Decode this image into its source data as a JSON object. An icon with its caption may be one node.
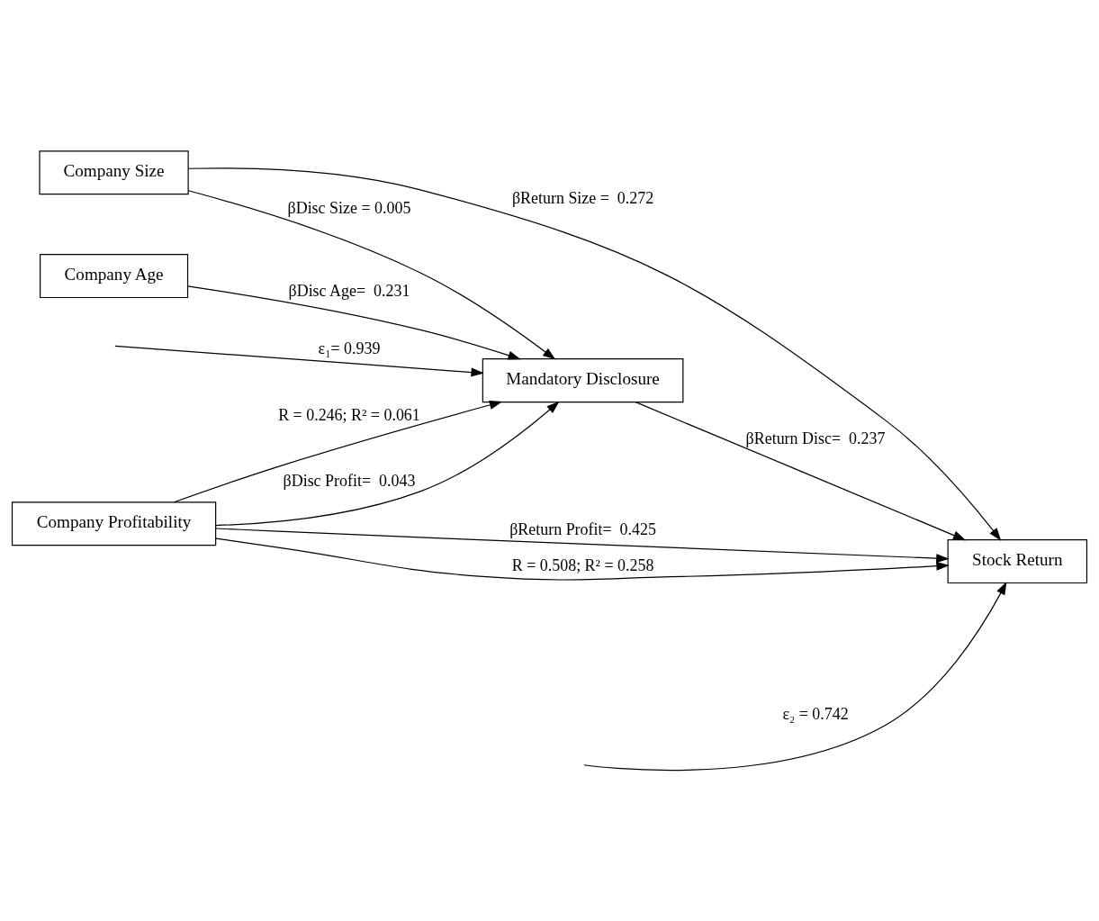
{
  "diagram": {
    "nodes": [
      {
        "text": [
          "Company Size"
        ]
      },
      {
        "text": [
          "Company Age"
        ]
      },
      {
        "text": [
          "Mandatory Disclosure"
        ]
      },
      {
        "text": [
          "Stock Return"
        ]
      },
      {
        "text": [
          "Company Profitability"
        ]
      }
    ],
    "edges": [
      {
        "from": null,
        "to": 2,
        "arrow": "to",
        "label": "ε₁= 0.939"
      },
      {
        "from": null,
        "to": 3,
        "arrow": "to",
        "label": "ε₂ = 0.742"
      },
      {
        "from": 0,
        "to": 2,
        "arrow": "to",
        "label": "βDisc Size = 0.005"
      },
      {
        "from": 0,
        "to": 3,
        "arrow": "to",
        "label": "βReturn Size =  0.272"
      },
      {
        "from": 1,
        "to": 2,
        "arrow": "to",
        "label": "βDisc Age=  0.231"
      },
      {
        "from": 2,
        "to": 3,
        "arrow": "to",
        "label": "βReturn Disc=  0.237"
      },
      {
        "from": 4,
        "to": 2,
        "arrow": "to",
        "label": "βDisc Profit=  0.043"
      },
      {
        "from": 4,
        "to": 3,
        "arrow": "to",
        "label": "βReturn Profit=  0.425"
      },
      {
        "from": 4,
        "to": 2,
        "arrow": "to",
        "label": "R = 0.246; R² = 0.061"
      },
      {
        "from": 4,
        "to": 3,
        "arrow": "to",
        "label": "R = 0.508; R² = 0.258"
      }
    ]
  }
}
